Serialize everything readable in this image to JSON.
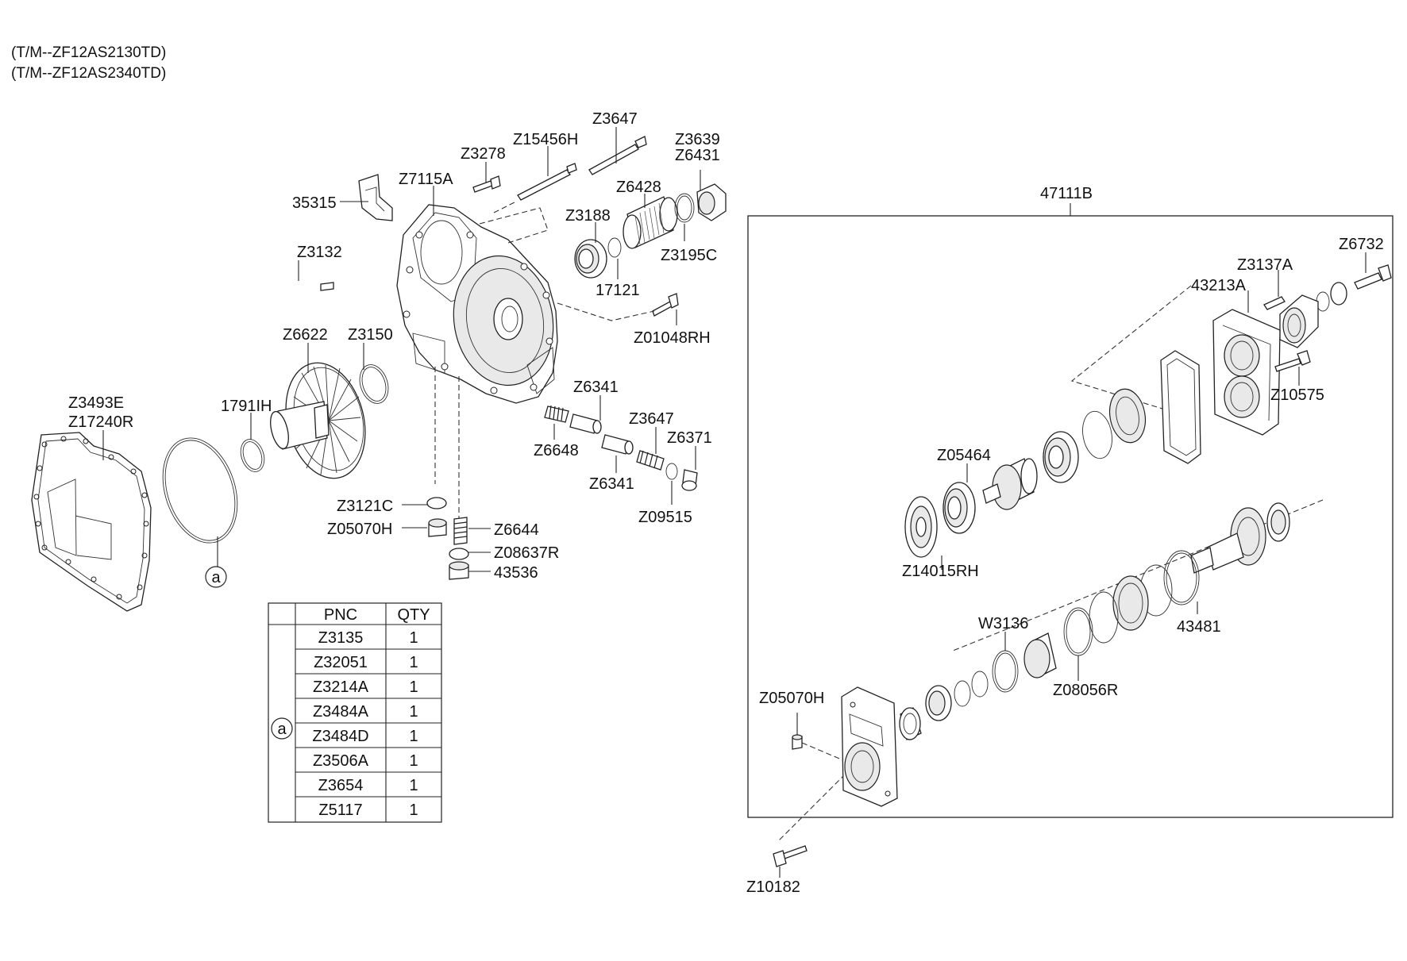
{
  "header": {
    "line1": "(T/M--ZF12AS2130TD)",
    "line2": "(T/M--ZF12AS2340TD)"
  },
  "left_labels": {
    "z3647_top": "Z3647",
    "z15456h": "Z15456H",
    "z3278": "Z3278",
    "z7115a": "Z7115A",
    "z3639": "Z3639",
    "z6431": "Z6431",
    "z6428": "Z6428",
    "n35315": "35315",
    "z3188": "Z3188",
    "z3195c": "Z3195C",
    "z3132": "Z3132",
    "n17121": "17121",
    "z01048rh": "Z01048RH",
    "z6622": "Z6622",
    "z3150": "Z3150",
    "z3493e": "Z3493E",
    "z17240r": "Z17240R",
    "n1791ih": "1791IH",
    "z6341_a": "Z6341",
    "z3647_mid": "Z3647",
    "z6371": "Z6371",
    "z6648": "Z6648",
    "z6341_b": "Z6341",
    "z09515": "Z09515",
    "z3121c": "Z3121C",
    "z05070h": "Z05070H",
    "z6644": "Z6644",
    "z08637r": "Z08637R",
    "n43536": "43536",
    "circle_a": "a"
  },
  "right_labels": {
    "n47111b": "47111B",
    "z6732": "Z6732",
    "z3137a": "Z3137A",
    "n43213a": "43213A",
    "z10575": "Z10575",
    "z05464": "Z05464",
    "z14015rh": "Z14015RH",
    "w3136": "W3136",
    "n43481": "43481",
    "z08056r": "Z08056R",
    "z05070h": "Z05070H",
    "z10182": "Z10182"
  },
  "kit_table": {
    "headers": [
      "",
      "PNC",
      "QTY"
    ],
    "group_marker": "a",
    "rows": [
      {
        "pnc": "Z3135",
        "qty": "1"
      },
      {
        "pnc": "Z32051",
        "qty": "1"
      },
      {
        "pnc": "Z3214A",
        "qty": "1"
      },
      {
        "pnc": "Z3484A",
        "qty": "1"
      },
      {
        "pnc": "Z3484D",
        "qty": "1"
      },
      {
        "pnc": "Z3506A",
        "qty": "1"
      },
      {
        "pnc": "Z3654",
        "qty": "1"
      },
      {
        "pnc": "Z5117",
        "qty": "1"
      }
    ]
  }
}
